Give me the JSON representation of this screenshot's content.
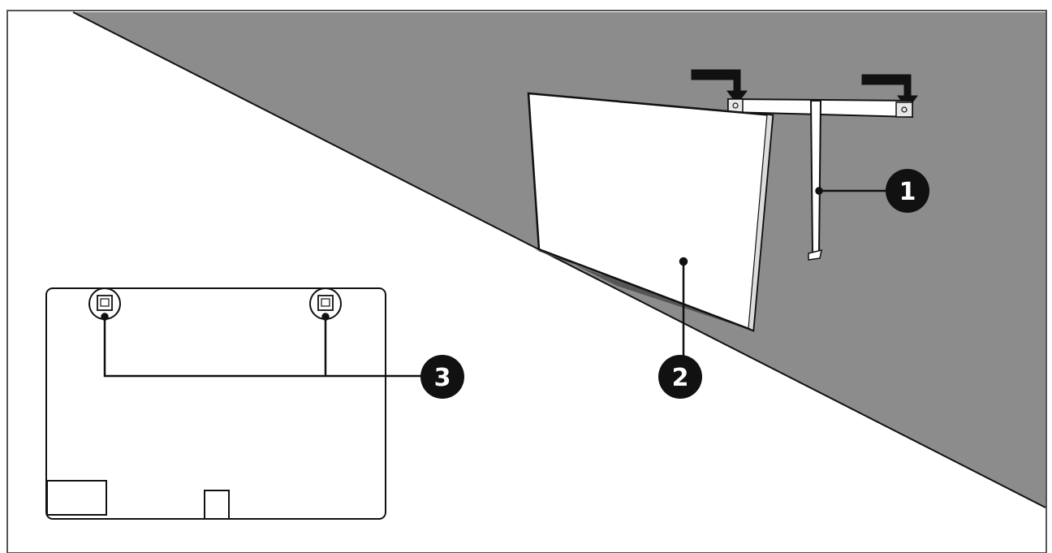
{
  "colors": {
    "wall": "#8c8c8c",
    "floor": "#ffffff",
    "outline": "#111111",
    "panel": "#ffffff",
    "callout_fill": "#111111",
    "callout_text": "#ffffff"
  },
  "callouts": [
    {
      "number": "1",
      "refers_to": "wall-mount-bracket"
    },
    {
      "number": "2",
      "refers_to": "display-panel"
    },
    {
      "number": "3",
      "refers_to": "rear-mounting-hooks"
    }
  ],
  "icons": [
    "arrow-down-icon",
    "arrow-down-icon",
    "mount-hook-icon",
    "mount-hook-icon"
  ]
}
